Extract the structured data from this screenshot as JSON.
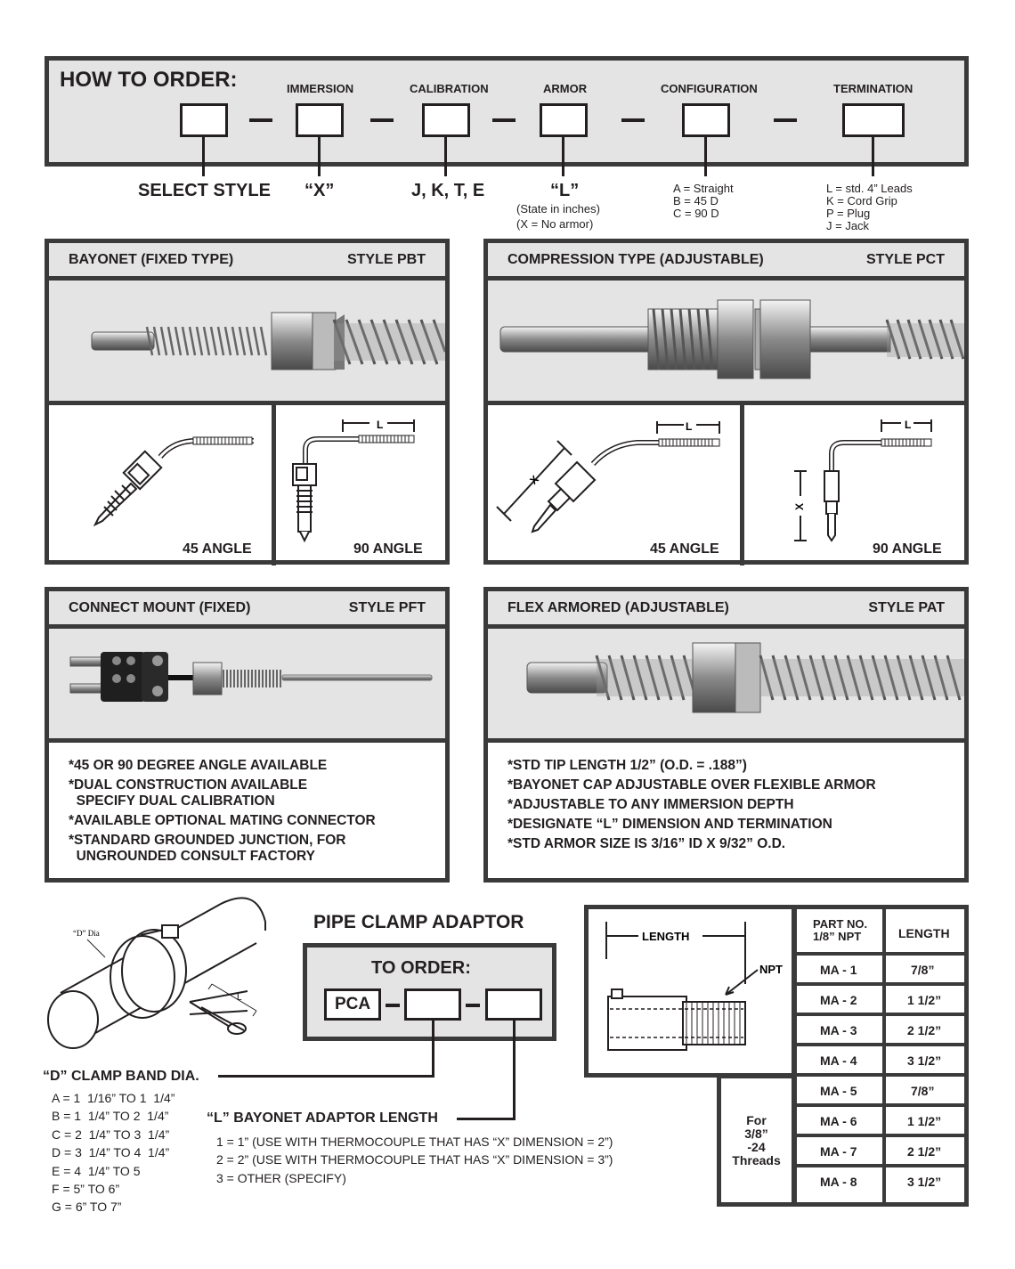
{
  "how_to_order": {
    "title": "HOW TO ORDER:",
    "fields": [
      {
        "label": "",
        "value": "SELECT STYLE",
        "notes": []
      },
      {
        "label": "IMMERSION",
        "value": "“X”",
        "notes": []
      },
      {
        "label": "CALIBRATION",
        "value": "J, K, T, E",
        "notes": []
      },
      {
        "label": "ARMOR",
        "value": "“L”",
        "notes": [
          "(State in inches)",
          "(X = No armor)"
        ]
      },
      {
        "label": "CONFIGURATION",
        "value": "",
        "notes": [
          "A = Straight",
          "B = 45 D",
          "C = 90 D"
        ]
      },
      {
        "label": "TERMINATION",
        "value": "",
        "notes": [
          "L =  std. 4” Leads",
          "K = Cord Grip",
          "P = Plug",
          "J = Jack"
        ]
      }
    ]
  },
  "panels": {
    "pbt": {
      "title": "BAYONET  (FIXED TYPE)",
      "style": "STYLE PBT",
      "left_label": "45 ANGLE",
      "right_label": "90 ANGLE",
      "dim": "L"
    },
    "pct": {
      "title": "COMPRESSION TYPE (ADJUSTABLE)",
      "style": "STYLE PCT",
      "left_label": "45 ANGLE",
      "right_label": "90 ANGLE",
      "dim": "L",
      "dim_x": "X"
    },
    "pft": {
      "title": "CONNECT MOUNT  (FIXED)",
      "style": "STYLE PFT",
      "notes": [
        "*45 OR 90 DEGREE ANGLE AVAILABLE",
        "*DUAL CONSTRUCTION AVAILABLE",
        "  SPECIFY DUAL CALIBRATION",
        "*AVAILABLE OPTIONAL MATING CONNECTOR",
        "*STANDARD GROUNDED JUNCTION, FOR",
        "  UNGROUNDED CONSULT FACTORY"
      ]
    },
    "pat": {
      "title": "FLEX ARMORED (ADJUSTABLE)",
      "style": "STYLE PAT",
      "notes": [
        "*STD TIP LENGTH 1/2” (O.D. = .188”)",
        "*BAYONET CAP ADJUSTABLE OVER FLEXIBLE ARMOR",
        "*ADJUSTABLE TO ANY IMMERSION DEPTH",
        "*DESIGNATE “L” DIMENSION AND TERMINATION",
        "*STD ARMOR SIZE IS 3/16” ID X 9/32” O.D."
      ]
    }
  },
  "pipe_clamp": {
    "title": "PIPE CLAMP ADAPTOR",
    "to_order": "TO ORDER:",
    "prefix": "PCA",
    "d_label": "“D” Dia",
    "l_label": "L",
    "d_heading": "“D” CLAMP BAND DIA.",
    "d_options": [
      "A = 1  1/16” TO 1  1/4”",
      "B = 1  1/4” TO 2  1/4”",
      "C = 2  1/4” TO 3  1/4”",
      "D = 3  1/4” TO 4  1/4”",
      "E = 4  1/4” TO 5",
      "F = 5” TO 6”",
      "G = 6” TO 7”"
    ],
    "l_heading": "“L” BAYONET ADAPTOR LENGTH",
    "l_options": [
      "1 = 1” (USE WITH THERMOCOUPLE THAT HAS “X” DIMENSION = 2”)",
      "2 = 2” (USE WITH THERMOCOUPLE THAT HAS “X” DIMENSION = 3”)",
      "3 = OTHER (SPECIFY)"
    ]
  },
  "adaptor_table": {
    "length_label": "LENGTH",
    "npt_label": "NPT",
    "col_part": "PART NO.",
    "col_part2": "1/8” NPT",
    "col_length": "LENGTH",
    "rows": [
      {
        "part": "MA - 1",
        "length": "7/8”"
      },
      {
        "part": "MA - 2",
        "length": "1 1/2”"
      },
      {
        "part": "MA - 3",
        "length": "2 1/2”"
      },
      {
        "part": "MA - 4",
        "length": "3 1/2”"
      },
      {
        "part": "MA - 5",
        "length": "7/8”"
      },
      {
        "part": "MA - 6",
        "length": "1 1/2”"
      },
      {
        "part": "MA - 7",
        "length": "2 1/2”"
      },
      {
        "part": "MA - 8",
        "length": "3 1/2”"
      }
    ],
    "threads_note": [
      "For",
      "3/8”",
      "-24",
      "Threads"
    ]
  }
}
